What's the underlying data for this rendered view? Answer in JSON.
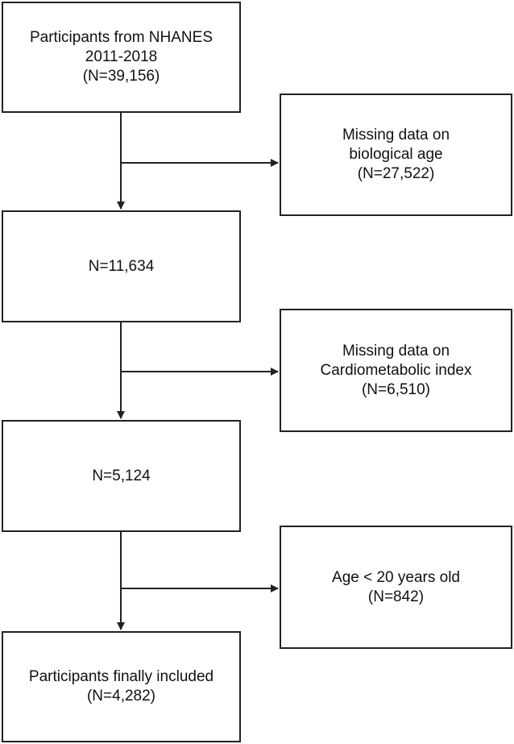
{
  "flowchart": {
    "main_boxes": [
      {
        "lines": [
          "Participants from NHANES",
          "2011-2018",
          "(N=39,156)"
        ]
      },
      {
        "lines": [
          "N=11,634"
        ]
      },
      {
        "lines": [
          "N=5,124"
        ]
      },
      {
        "lines": [
          "Participants finally included",
          "(N=4,282)"
        ]
      }
    ],
    "exclusion_boxes": [
      {
        "lines": [
          "Missing data on",
          "biological age",
          "(N=27,522)"
        ]
      },
      {
        "lines": [
          "Missing data on",
          "Cardiometabolic index",
          "(N=6,510)"
        ]
      },
      {
        "lines": [
          "Age < 20 years old",
          "(N=842)"
        ]
      }
    ]
  }
}
